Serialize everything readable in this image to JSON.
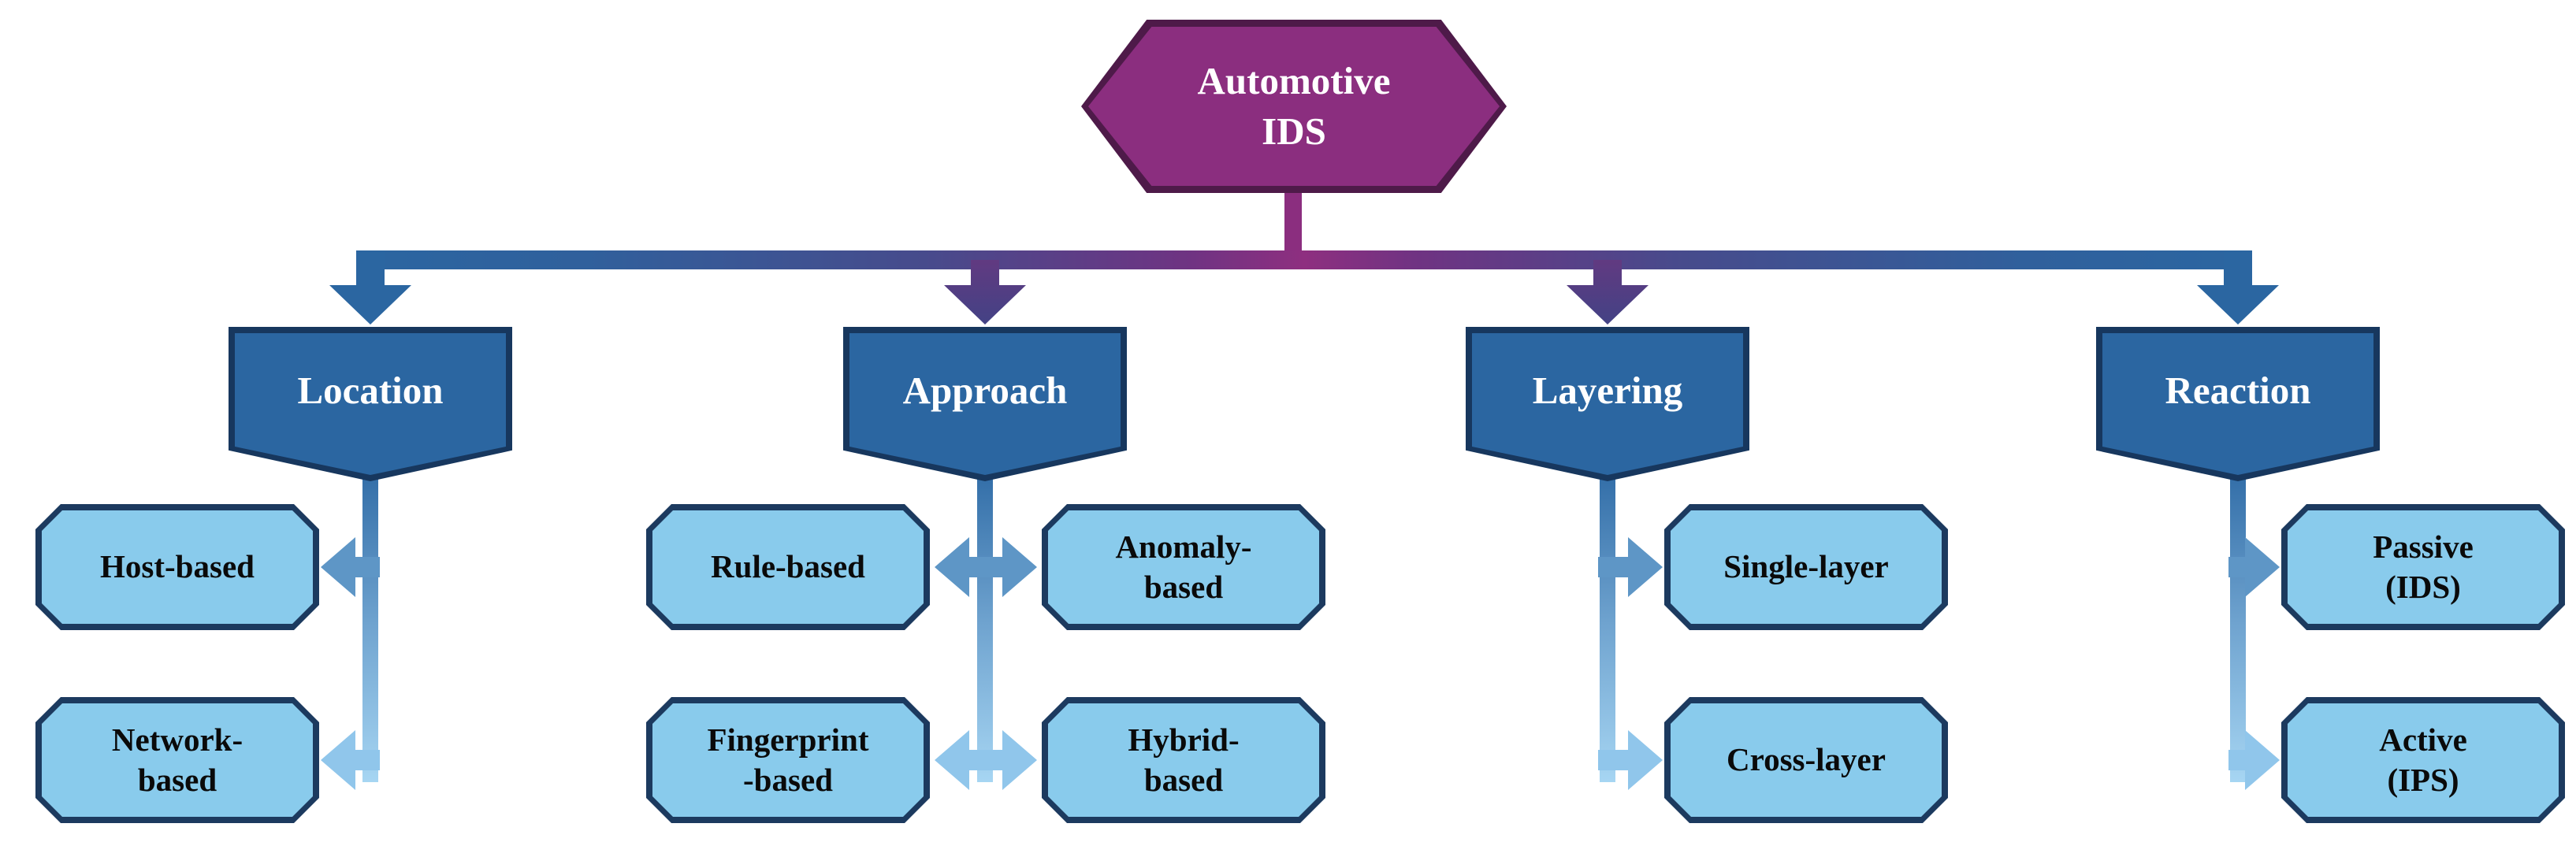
{
  "diagram": {
    "root": {
      "line1": "Automotive",
      "line2": "IDS"
    },
    "branches": [
      {
        "label": "Location",
        "leaves": [
          {
            "line1": "Host-based",
            "line2": ""
          },
          {
            "line1": "Network-",
            "line2": "based"
          }
        ]
      },
      {
        "label": "Approach",
        "leaves": [
          {
            "line1": "Rule-based",
            "line2": ""
          },
          {
            "line1": "Anomaly-",
            "line2": "based"
          },
          {
            "line1": "Fingerprint",
            "line2": "-based"
          },
          {
            "line1": "Hybrid-",
            "line2": "based"
          }
        ]
      },
      {
        "label": "Layering",
        "leaves": [
          {
            "line1": "Single-layer",
            "line2": ""
          },
          {
            "line1": "Cross-layer",
            "line2": ""
          }
        ]
      },
      {
        "label": "Reaction",
        "leaves": [
          {
            "line1": "Passive",
            "line2": "(IDS)"
          },
          {
            "line1": "Active",
            "line2": "(IPS)"
          }
        ]
      }
    ],
    "colors": {
      "root_fill": "#8B2E7F",
      "root_border": "#4E1A49",
      "branch_fill": "#2B66A1",
      "branch_border": "#17375E",
      "leaf_fill": "#89CBEC",
      "leaf_border": "#1C3A5F",
      "trunk_blue": "#2B66A1",
      "trunk_magenta": "#8E2F80",
      "trunk_indigo": "#474B8C",
      "branch_line_top": "#2E6AA5",
      "branch_line_bottom": "#A7D6F3",
      "leaf_arrow_row1": "#5E96C6",
      "leaf_arrow_row2": "#90C6EB"
    }
  }
}
